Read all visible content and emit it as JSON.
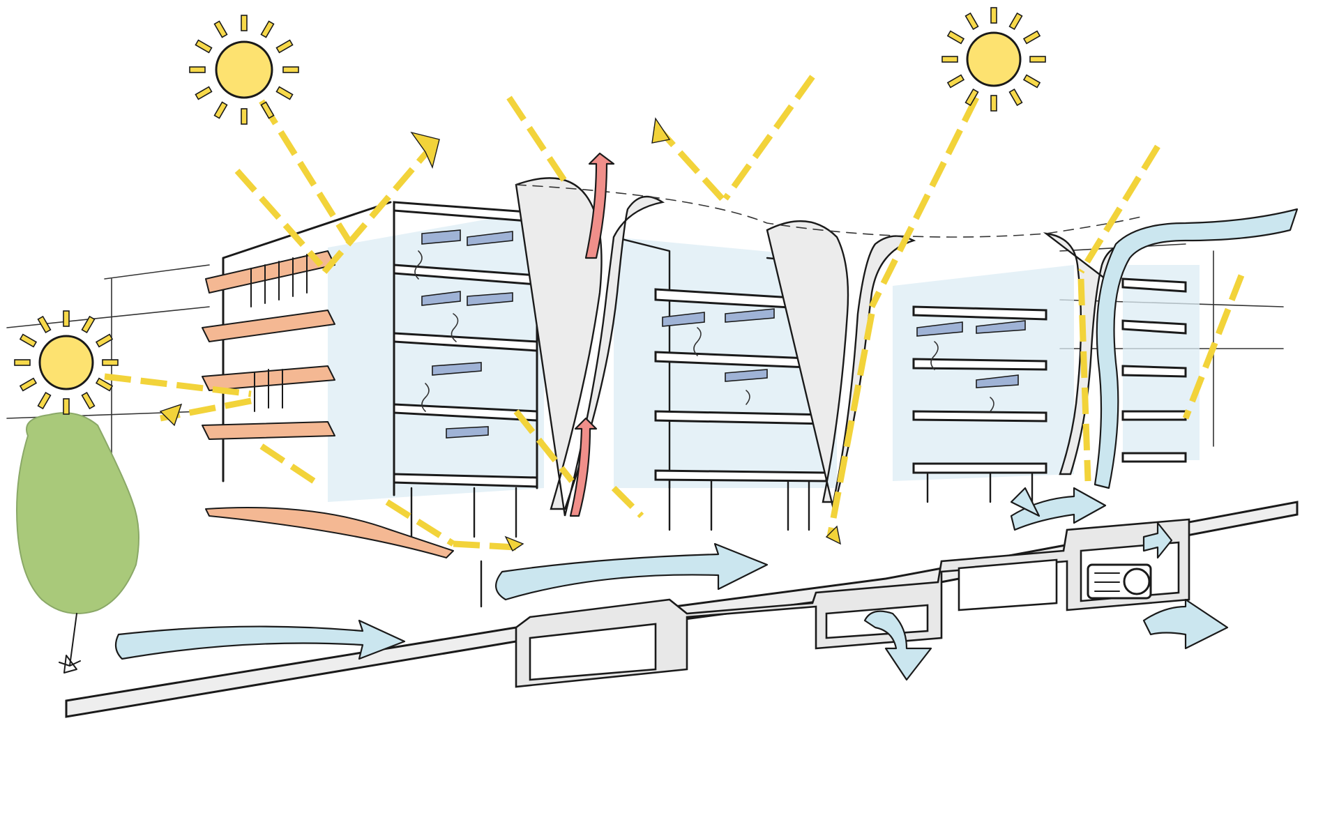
{
  "diagram": {
    "kind": "architectural-section-sketch",
    "palette": {
      "sun_fill": "#fde270",
      "solar_ray": "#f2d33a",
      "cool_air": "#cbe6ef",
      "warm_air_exhaust": "#f08f8a",
      "shading_fins": "#f4b893",
      "glazing": "#dcecf4",
      "tree": "#a9c97a",
      "solar_chimney": "#ececec",
      "ink": "#1a1a1a"
    },
    "elements": {
      "suns": 3,
      "buildings": 3,
      "floors_per_building": 4,
      "solar_chimneys": 3,
      "warm_air_exhaust_arrows": 2,
      "cool_air_arrows": 8
    },
    "icons": [
      "sun-icon",
      "tree-icon",
      "mechanical-unit-icon",
      "north-arrow-icon"
    ]
  }
}
